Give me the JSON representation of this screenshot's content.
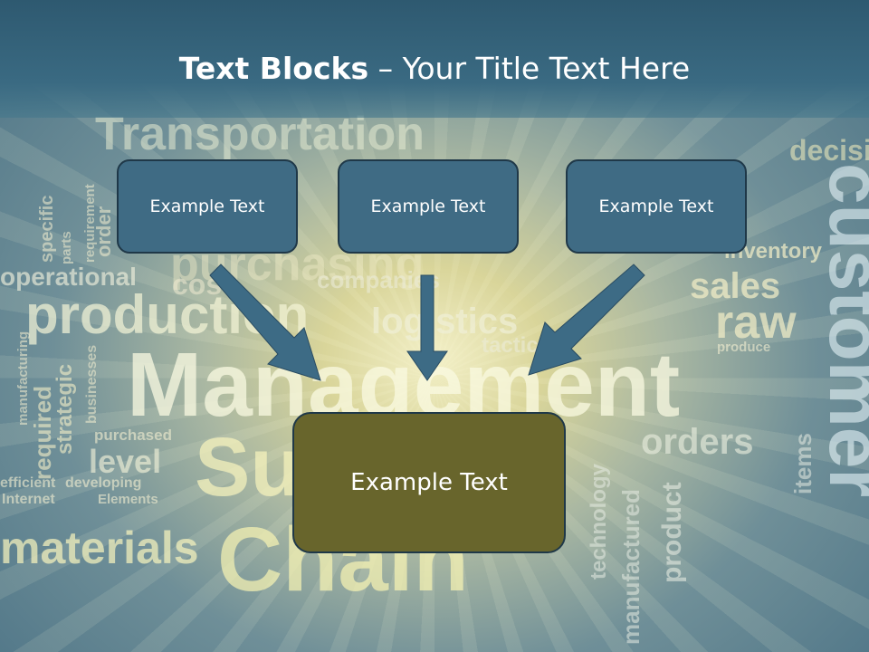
{
  "title": {
    "bold": "Text Blocks",
    "dash": " – ",
    "rest": "Your Title Text Here"
  },
  "boxes": {
    "left": "Example Text",
    "center": "Example Text",
    "right": "Example Text",
    "bottom": "Example Text"
  },
  "colors": {
    "title_band": "#3a6a82",
    "small_box": "#3f6b84",
    "large_box": "#68652c",
    "arrow": "#3d6b85",
    "border": "#1f3848"
  },
  "background_words": [
    "Transportation",
    "production",
    "Management",
    "Supply",
    "Chain",
    "customer",
    "materials",
    "logistics",
    "sales",
    "raw",
    "orders",
    "inventory",
    "purchasing",
    "companies",
    "operational",
    "strategic",
    "required",
    "level",
    "product",
    "technology",
    "manufactured",
    "items",
    "tactical",
    "decisions",
    "specific",
    "developing",
    "Internet",
    "efficient",
    "cost",
    "purchased",
    "Elements",
    "produce",
    "manufacturing",
    "businesses",
    "parts",
    "requirement",
    "order"
  ]
}
